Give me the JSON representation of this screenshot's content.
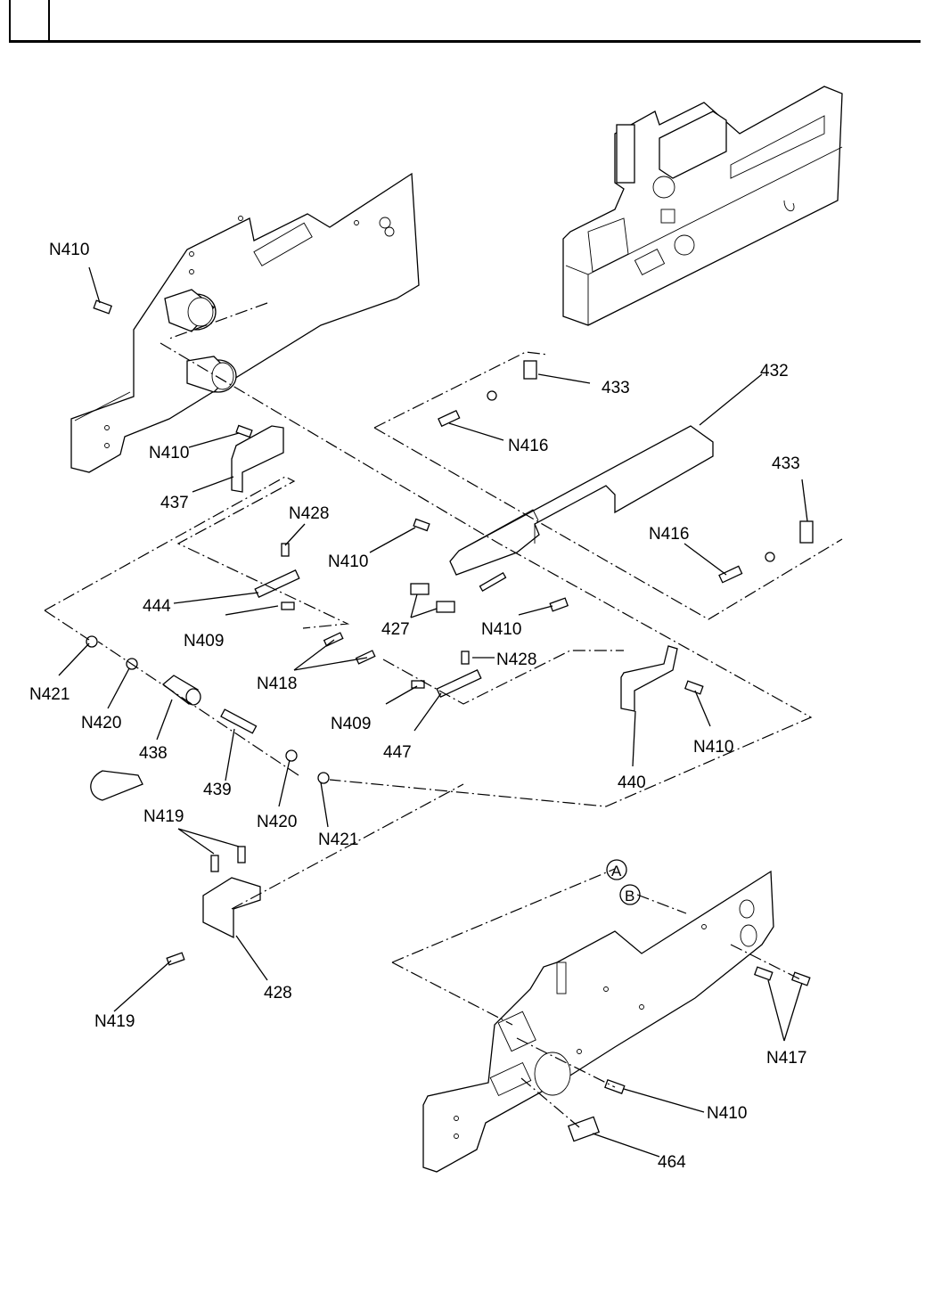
{
  "header": {
    "section_box_text": ""
  },
  "diagram": {
    "type": "exploded-parts-diagram",
    "callouts": {
      "n410_top": "N410",
      "n410_bracket": "N410",
      "p437": "437",
      "n428_a": "N428",
      "n410_mid": "N410",
      "p444": "444",
      "n409_a": "N409",
      "p427": "427",
      "n410_rail": "N410",
      "p433_top": "433",
      "p432": "432",
      "n416_top": "N416",
      "p433_right": "433",
      "n416_right": "N416",
      "n418": "N418",
      "n428_b": "N428",
      "n409_b": "N409",
      "p447": "447",
      "p440": "440",
      "n410_440": "N410",
      "n421_left": "N421",
      "n420_left": "N420",
      "p438": "438",
      "p439": "439",
      "n420_right": "N420",
      "n421_right": "N421",
      "n419_pair": "N419",
      "p428": "428",
      "n419_single": "N419",
      "ref_a": "A",
      "ref_b": "B",
      "n417": "N417",
      "n410_plate": "N410",
      "p464": "464"
    }
  }
}
